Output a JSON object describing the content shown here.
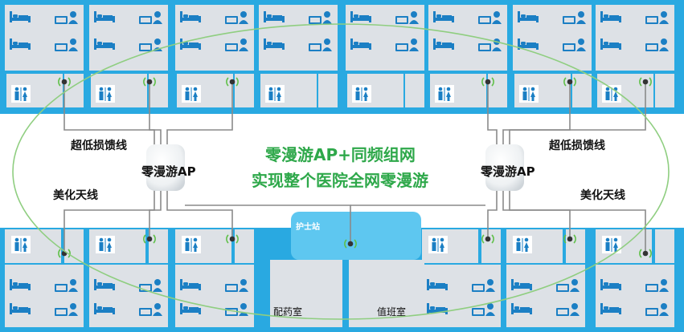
{
  "labels": {
    "cable_left": "超低损馈线",
    "cable_right": "超低损馈线",
    "ap_left": "零漫游AP",
    "ap_right": "零漫游AP",
    "antenna_left": "美化天线",
    "antenna_right": "美化天线",
    "headline_line1": "零漫游AP+同频组网",
    "headline_line2": "实现整个医院全网零漫游",
    "nurse_station": "护士站",
    "pharmacy": "配药室",
    "duty_room": "值班室"
  },
  "colors": {
    "wall": "#29a9e1",
    "room_fill": "#dde1e6",
    "corridor": "#ffffff",
    "nurse_station_fill": "#5ec7f0",
    "icon_blue": "#1b7fc4",
    "coverage_outline": "#8fce80",
    "headline_green": "#2ea84a",
    "label_dark": "#111111",
    "cable": "#8a8a8a"
  },
  "icons": {
    "bed": "bed-icon",
    "patient": "person-desk-icon",
    "restroom": "restroom-icon",
    "antenna": "ceiling-antenna-icon",
    "access_point": "access-point-box-icon"
  }
}
